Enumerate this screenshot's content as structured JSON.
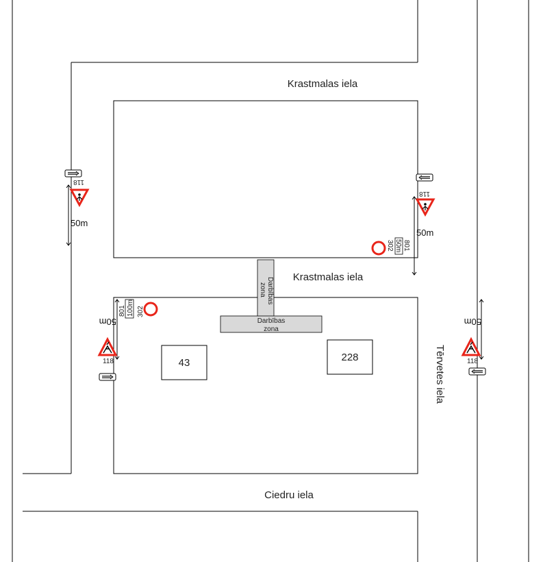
{
  "streets": {
    "krastmalas_top": "Krastmalas iela",
    "krastmalas_middle": "Krastmalas iela",
    "ciedru": "Ciedru iela",
    "tervetes": "Tērvetes iela"
  },
  "buildings": {
    "b43": "43",
    "b228": "228"
  },
  "work_zone": {
    "line1": "Darbības",
    "line2": "zona"
  },
  "signs": {
    "warning_code": "118",
    "no_entry_code": "302",
    "plate_code": "801",
    "plate_50": "50m",
    "plate_100": "100m",
    "distance": "50m"
  },
  "colors": {
    "sign_red": "#e8251a",
    "zone_fill": "#d9d9d9",
    "line": "#000000"
  },
  "icons": [
    "yield-warning-icon",
    "road-works-warning-icon",
    "no-vehicles-icon",
    "arrow-plate-icon"
  ]
}
